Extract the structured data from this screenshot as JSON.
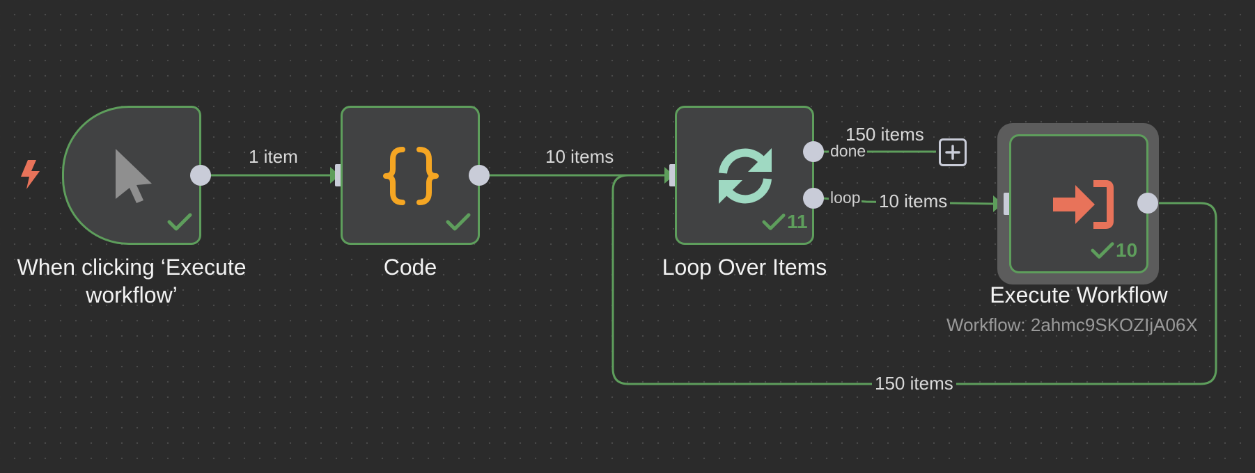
{
  "nodes": {
    "trigger": {
      "title_line1": "When clicking ‘Execute",
      "title_line2": "workflow’"
    },
    "code": {
      "title": "Code"
    },
    "loop": {
      "title": "Loop Over Items",
      "run_count": "11",
      "output_done": "done",
      "output_loop": "loop"
    },
    "execute": {
      "title": "Execute Workflow",
      "subtitle": "Workflow: 2ahmc9SKOZIjA06X",
      "run_count": "10"
    }
  },
  "edges": {
    "trigger_to_code": "1 item",
    "code_to_loop": "10 items",
    "loop_done": "150 items",
    "loop_to_execute": "10 items",
    "execute_to_loop": "150 items"
  },
  "colors": {
    "success": "#5e9e5c",
    "code_icon": "#f5a623",
    "loop_icon": "#9fd9c2",
    "execute_icon": "#e8735a",
    "trigger_bolt": "#e8735a"
  },
  "icons": {
    "trigger": "cursor-icon",
    "code": "braces-icon",
    "loop": "refresh-icon",
    "execute": "sign-in-icon"
  }
}
